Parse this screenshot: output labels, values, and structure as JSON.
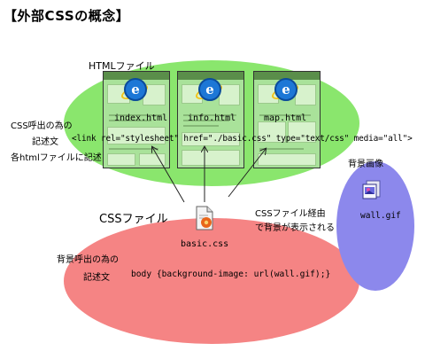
{
  "title": "【外部CSSの概念】",
  "html_group": {
    "label": "HTMLファイル",
    "files": [
      "index.html",
      "info.html",
      "map.html"
    ]
  },
  "css_call": {
    "note_line1": "CSS呼出の為の",
    "note_line2": "記述文",
    "code": "<link rel=\"stylesheet\" href=\"./basic.css\" type=\"text/css\" media=\"all\">",
    "note_line3": "各htmlファイルに記述"
  },
  "css_group": {
    "label": "CSSファイル",
    "file": "basic.css",
    "note_line1": "背景呼出の為の",
    "note_line2": "記述文",
    "code": "body {background-image: url(wall.gif);}"
  },
  "bg_route": {
    "line1": "CSSファイル経由",
    "line2": "で背景が表示される"
  },
  "bg_image": {
    "label": "背景画像",
    "file": "wall.gif"
  },
  "colors": {
    "html_area": "#8ae66d",
    "css_area": "#f58484",
    "bg_area": "#8c88ec"
  },
  "icons": [
    "ie-browser-icon",
    "css-file-icon",
    "gif-image-icon"
  ]
}
